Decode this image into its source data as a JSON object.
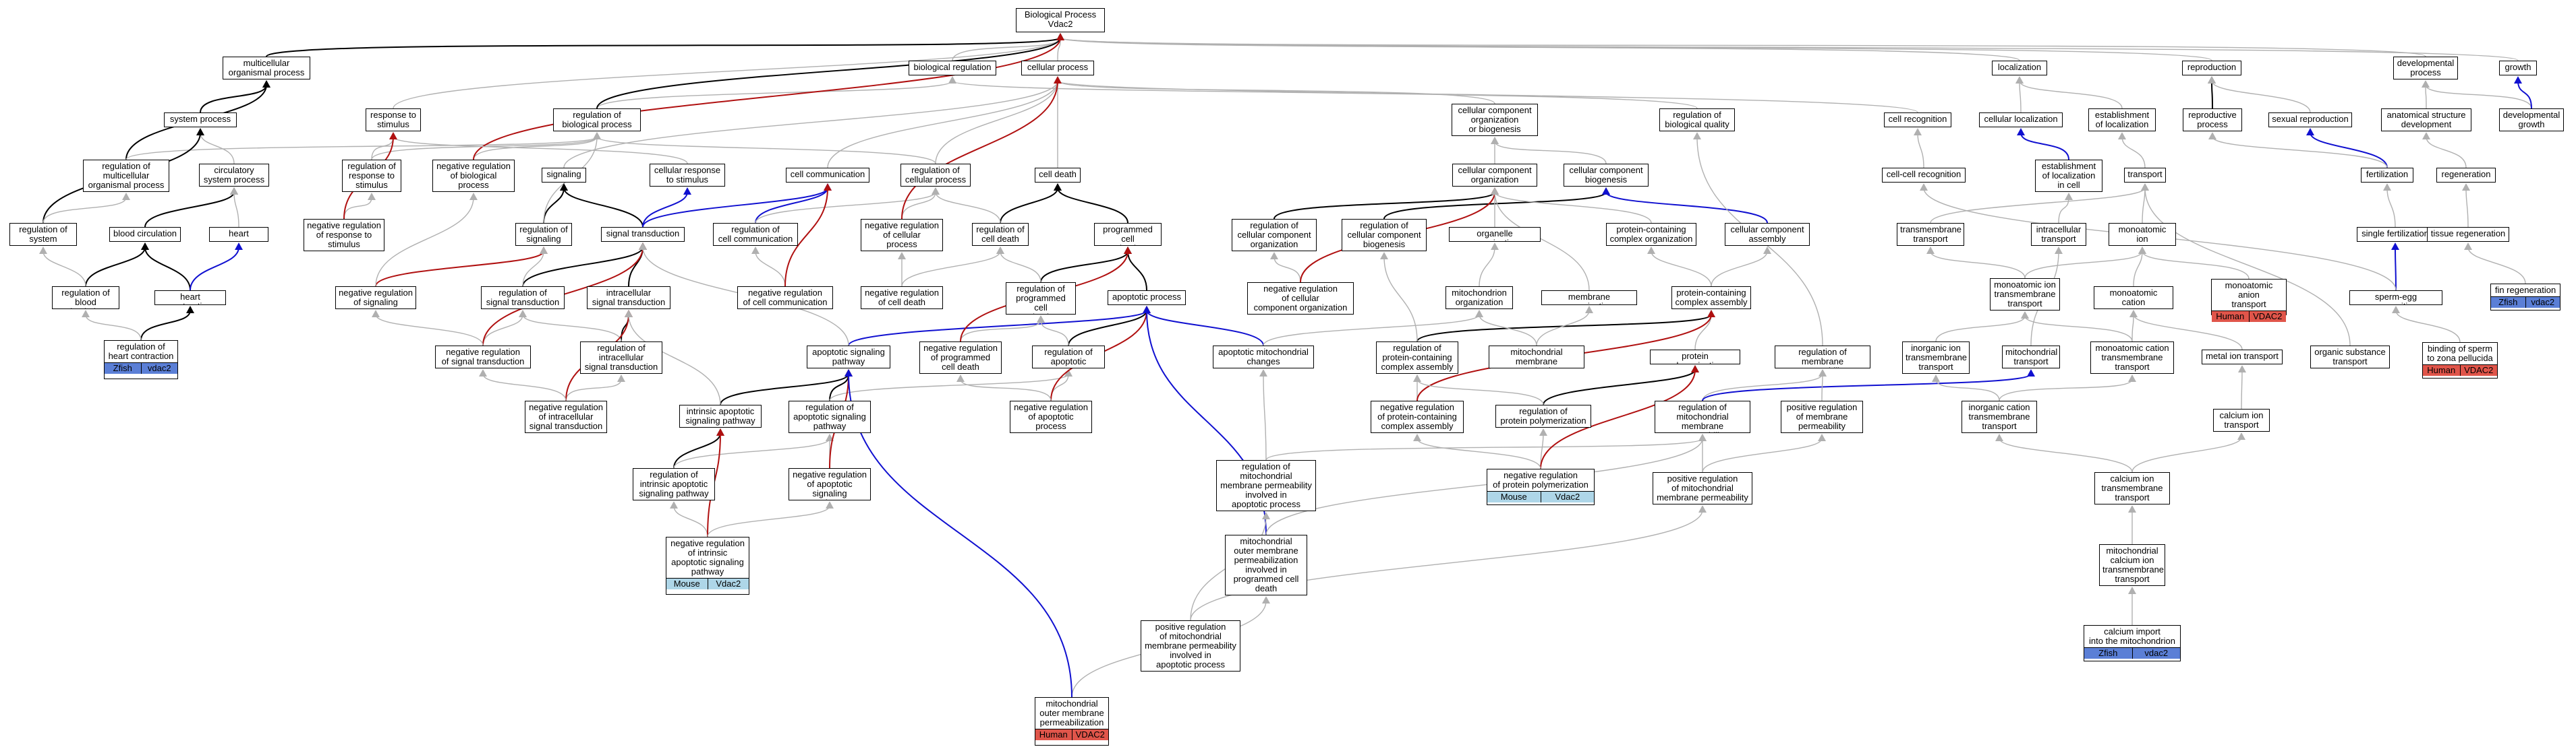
{
  "nodes": [
    {
      "id": "root",
      "label": "Biological Process\nVdac2"
    },
    {
      "id": "multicellular_organismal_process",
      "label": "multicellular\norganismal process"
    },
    {
      "id": "biological_regulation",
      "label": "biological regulation"
    },
    {
      "id": "cellular_process",
      "label": "cellular process"
    },
    {
      "id": "localization",
      "label": "localization"
    },
    {
      "id": "reproduction",
      "label": "reproduction"
    },
    {
      "id": "developmental_process",
      "label": "developmental\nprocess"
    },
    {
      "id": "growth",
      "label": "growth"
    },
    {
      "id": "system_process",
      "label": "system process"
    },
    {
      "id": "response_to_stimulus",
      "label": "response to\nstimulus"
    },
    {
      "id": "regulation_of_biological_process",
      "label": "regulation of\nbiological process"
    },
    {
      "id": "ccob",
      "label": "cellular component\norganization\nor biogenesis"
    },
    {
      "id": "regulation_of_biological_quality",
      "label": "regulation of\nbiological quality"
    },
    {
      "id": "cell_recognition",
      "label": "cell recognition"
    },
    {
      "id": "cellular_localization",
      "label": "cellular localization"
    },
    {
      "id": "establishment_of_localization",
      "label": "establishment\nof localization"
    },
    {
      "id": "reproductive_process",
      "label": "reproductive\nprocess"
    },
    {
      "id": "sexual_reproduction",
      "label": "sexual reproduction"
    },
    {
      "id": "anatomical_structure_development",
      "label": "anatomical structure\ndevelopment"
    },
    {
      "id": "developmental_growth",
      "label": "developmental\ngrowth"
    },
    {
      "id": "reg_multicellular",
      "label": "regulation of\nmulticellular\norganismal process"
    },
    {
      "id": "circulatory_system_process",
      "label": "circulatory\nsystem process"
    },
    {
      "id": "reg_response_to_stimulus",
      "label": "regulation of\nresponse to\nstimulus"
    },
    {
      "id": "neg_reg_biological_process",
      "label": "negative regulation\nof biological\nprocess"
    },
    {
      "id": "signaling",
      "label": "signaling"
    },
    {
      "id": "cellular_response_to_stimulus",
      "label": "cellular response\nto stimulus"
    },
    {
      "id": "cell_communication",
      "label": "cell communication"
    },
    {
      "id": "reg_cellular_process",
      "label": "regulation of\ncellular process"
    },
    {
      "id": "cell_death",
      "label": "cell death"
    },
    {
      "id": "cellular_component_organization",
      "label": "cellular component\norganization"
    },
    {
      "id": "cellular_component_biogenesis",
      "label": "cellular component\nbiogenesis"
    },
    {
      "id": "cell_cell_recognition",
      "label": "cell-cell recognition"
    },
    {
      "id": "establishment_of_localization_in_cell",
      "label": "establishment\nof localization\nin cell"
    },
    {
      "id": "transport",
      "label": "transport"
    },
    {
      "id": "fertilization",
      "label": "fertilization"
    },
    {
      "id": "regeneration",
      "label": "regeneration"
    },
    {
      "id": "reg_system_process",
      "label": "regulation of\nsystem process"
    },
    {
      "id": "blood_circulation",
      "label": "blood circulation"
    },
    {
      "id": "heart_process",
      "label": "heart process"
    },
    {
      "id": "neg_reg_response_to_stimulus",
      "label": "negative regulation\nof response to\nstimulus"
    },
    {
      "id": "reg_signaling",
      "label": "regulation of\nsignaling"
    },
    {
      "id": "signal_transduction",
      "label": "signal transduction"
    },
    {
      "id": "reg_cell_communication",
      "label": "regulation of\ncell communication"
    },
    {
      "id": "neg_reg_cellular_process",
      "label": "negative regulation\nof cellular\nprocess"
    },
    {
      "id": "reg_cell_death",
      "label": "regulation of\ncell death"
    },
    {
      "id": "programmed_cell_death",
      "label": "programmed cell\ndeath"
    },
    {
      "id": "reg_cc_org",
      "label": "regulation of\ncellular component\norganization"
    },
    {
      "id": "reg_cc_biogenesis",
      "label": "regulation of\ncellular component\nbiogenesis"
    },
    {
      "id": "organelle_organization",
      "label": "organelle organization"
    },
    {
      "id": "pc_complex_org",
      "label": "protein-containing\ncomplex organization"
    },
    {
      "id": "cc_assembly",
      "label": "cellular component\nassembly"
    },
    {
      "id": "transmembrane_transport",
      "label": "transmembrane\ntransport"
    },
    {
      "id": "intracellular_transport",
      "label": "intracellular\ntransport"
    },
    {
      "id": "monoatomic_ion_transport",
      "label": "monoatomic ion\ntransport"
    },
    {
      "id": "single_fertilization",
      "label": "single fertilization"
    },
    {
      "id": "tissue_regeneration",
      "label": "tissue regeneration"
    },
    {
      "id": "reg_blood_circulation",
      "label": "regulation of\nblood circulation"
    },
    {
      "id": "heart_contraction",
      "label": "heart contraction"
    },
    {
      "id": "neg_reg_signaling",
      "label": "negative regulation\nof signaling"
    },
    {
      "id": "reg_signal_transduction",
      "label": "regulation of\nsignal transduction"
    },
    {
      "id": "intracellular_signal_transduction",
      "label": "intracellular\nsignal transduction"
    },
    {
      "id": "neg_reg_cell_communication",
      "label": "negative regulation\nof cell communication"
    },
    {
      "id": "neg_reg_cell_death",
      "label": "negative regulation\nof cell death"
    },
    {
      "id": "reg_programmed_cell_death",
      "label": "regulation of\nprogrammed cell\ndeath"
    },
    {
      "id": "apoptotic_process",
      "label": "apoptotic process"
    },
    {
      "id": "neg_reg_cc_org",
      "label": "negative regulation\nof cellular\ncomponent organization"
    },
    {
      "id": "mitochondrion_organization",
      "label": "mitochondrion\norganization"
    },
    {
      "id": "membrane_organization",
      "label": "membrane organization"
    },
    {
      "id": "pc_complex_assembly",
      "label": "protein-containing\ncomplex assembly"
    },
    {
      "id": "monoatomic_ion_tm_transport",
      "label": "monoatomic ion\ntransmembrane\ntransport"
    },
    {
      "id": "monoatomic_cation_transport",
      "label": "monoatomic cation\ntransport"
    },
    {
      "id": "sperm_egg_recognition",
      "label": "sperm-egg recognition"
    },
    {
      "id": "neg_reg_signal_transduction",
      "label": "negative regulation\nof signal transduction"
    },
    {
      "id": "reg_intracellular_st",
      "label": "regulation of\nintracellular\nsignal transduction"
    },
    {
      "id": "apoptotic_signaling_pathway",
      "label": "apoptotic signaling\npathway"
    },
    {
      "id": "neg_reg_pcd",
      "label": "negative regulation\nof programmed\ncell death"
    },
    {
      "id": "reg_apoptotic_process",
      "label": "regulation of\napoptotic process"
    },
    {
      "id": "apoptotic_mito_changes",
      "label": "apoptotic mitochondrial\nchanges"
    },
    {
      "id": "reg_pc_complex_assembly",
      "label": "regulation of\nprotein-containing\ncomplex assembly"
    },
    {
      "id": "mito_membrane_org",
      "label": "mitochondrial\nmembrane organization"
    },
    {
      "id": "protein_polymerization",
      "label": "protein polymerization"
    },
    {
      "id": "reg_membrane_permeability",
      "label": "regulation of\nmembrane permeability"
    },
    {
      "id": "inorganic_ion_tm_transport",
      "label": "inorganic ion\ntransmembrane\ntransport"
    },
    {
      "id": "mitochondrial_transport",
      "label": "mitochondrial\ntransport"
    },
    {
      "id": "monoatomic_cation_tm_transport",
      "label": "monoatomic cation\ntransmembrane\ntransport"
    },
    {
      "id": "metal_ion_transport",
      "label": "metal ion transport"
    },
    {
      "id": "organic_substance_transport",
      "label": "organic substance\ntransport"
    },
    {
      "id": "neg_reg_intracellular_st",
      "label": "negative regulation\nof intracellular\nsignal transduction"
    },
    {
      "id": "intrinsic_apoptotic_sp",
      "label": "intrinsic apoptotic\nsignaling pathway"
    },
    {
      "id": "reg_apoptotic_sp",
      "label": "regulation of\napoptotic signaling\npathway"
    },
    {
      "id": "neg_reg_apoptotic_process",
      "label": "negative regulation\nof apoptotic\nprocess"
    },
    {
      "id": "neg_reg_pc_complex_assembly",
      "label": "negative regulation\nof protein-containing\ncomplex assembly"
    },
    {
      "id": "reg_protein_polymerization",
      "label": "regulation of\nprotein polymerization"
    },
    {
      "id": "reg_mito_membrane_permeability",
      "label": "regulation of\nmitochondrial\nmembrane permeability"
    },
    {
      "id": "pos_reg_membrane_permeability",
      "label": "positive regulation\nof membrane\npermeability"
    },
    {
      "id": "inorganic_cation_tm_transport",
      "label": "inorganic cation\ntransmembrane\ntransport"
    },
    {
      "id": "calcium_ion_transport",
      "label": "calcium ion\ntransport"
    },
    {
      "id": "reg_intrinsic_apoptotic_sp",
      "label": "regulation of\nintrinsic apoptotic\nsignaling pathway"
    },
    {
      "id": "neg_reg_apoptotic_sp",
      "label": "negative regulation\nof apoptotic signaling\npathway"
    },
    {
      "id": "reg_mompiap",
      "label": "regulation of\nmitochondrial\nmembrane permeability\ninvolved in\napoptotic process"
    },
    {
      "id": "pos_reg_mito_membrane_permeability",
      "label": "positive regulation\nof mitochondrial\nmembrane permeability"
    },
    {
      "id": "calcium_ion_tm_transport",
      "label": "calcium ion\ntransmembrane\ntransport"
    },
    {
      "id": "mompipcd",
      "label": "mitochondrial\nouter membrane\npermeabilization\ninvolved in\nprogrammed cell\ndeath"
    },
    {
      "id": "mito_calcium_ion_tm_transport",
      "label": "mitochondrial\ncalcium ion\ntransmembrane\ntransport"
    },
    {
      "id": "pos_reg_mompiap",
      "label": "positive regulation\nof mitochondrial\nmembrane permeability\ninvolved in\napoptotic process"
    }
  ],
  "leaves": [
    {
      "id": "leaf_heart_contraction",
      "label": "regulation of\nheart contraction",
      "species": "Zfish",
      "gene": "vdac2",
      "color": "#5b7fd6"
    },
    {
      "id": "leaf_neg_intrinsic",
      "label": "negative regulation\nof intrinsic\napoptotic signaling\npathway",
      "species": "Mouse",
      "gene": "Vdac2",
      "color": "#aed6e8"
    },
    {
      "id": "leaf_mito_outer",
      "label": "mitochondrial\nouter membrane\npermeabilization",
      "species": "Human",
      "gene": "VDAC2",
      "color": "#e0554a"
    },
    {
      "id": "leaf_neg_reg_protein_poly",
      "label": "negative regulation\nof protein polymerization",
      "species": "Mouse",
      "gene": "Vdac2",
      "color": "#aed6e8"
    },
    {
      "id": "leaf_monoatomic_anion",
      "label": "monoatomic anion\ntransport",
      "species": "Human",
      "gene": "VDAC2",
      "color": "#e0554a"
    },
    {
      "id": "leaf_fin_regeneration",
      "label": "fin regeneration",
      "species": "Zfish",
      "gene": "vdac2",
      "color": "#5b7fd6"
    },
    {
      "id": "leaf_binding_sperm",
      "label": "binding of sperm\nto zona pellucida",
      "species": "Human",
      "gene": "VDAC2",
      "color": "#e0554a"
    },
    {
      "id": "leaf_calcium_import",
      "label": "calcium import\ninto the mitochondrion",
      "species": "Zfish",
      "gene": "vdac2",
      "color": "#5b7fd6"
    }
  ],
  "edge_colors": {
    "is_a": "#b0b0b0",
    "part_of": "#000000",
    "regulates": "#1010d0",
    "negatively_regulates": "#b01010"
  }
}
